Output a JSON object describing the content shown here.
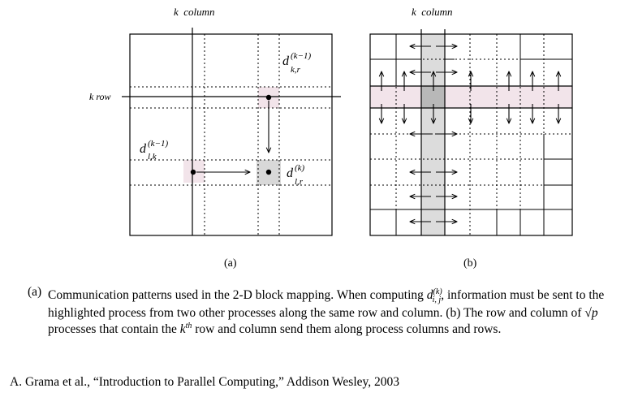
{
  "diagram_a": {
    "col_label": "k  column",
    "row_label": "k row",
    "sub_label": "(a)",
    "label_top_base": "d",
    "label_top_sup": "(k−1)",
    "label_top_sub": "k,r",
    "label_left_base": "d",
    "label_left_sup": "(k−1)",
    "label_left_sub": "l,k",
    "label_right_base": "d",
    "label_right_sup": "(k)",
    "label_right_sub": "l,r"
  },
  "diagram_b": {
    "col_label": "k  column",
    "sub_label": "(b)"
  },
  "caption": {
    "tag": "(a)",
    "part1": "Communication patterns used in the 2-D block mapping. When computing ",
    "math_base": "d",
    "math_sup": "(k)",
    "math_sub": "i, j",
    "part2": ", information must be sent to the highlighted process from two other processes along the same row and column. (b) The row and column of √",
    "math_p": "p",
    "part3": " processes that contain the ",
    "math_k": "k",
    "math_th": "th",
    "part4": " row and column send them along process columns and rows."
  },
  "citation": "A. Grama et al., “Introduction to Parallel Computing,” Addison Wesley, 2003",
  "colors": {
    "highlight": "#f2e4ea",
    "shade": "#d8d8d8",
    "lines": "#000000"
  }
}
